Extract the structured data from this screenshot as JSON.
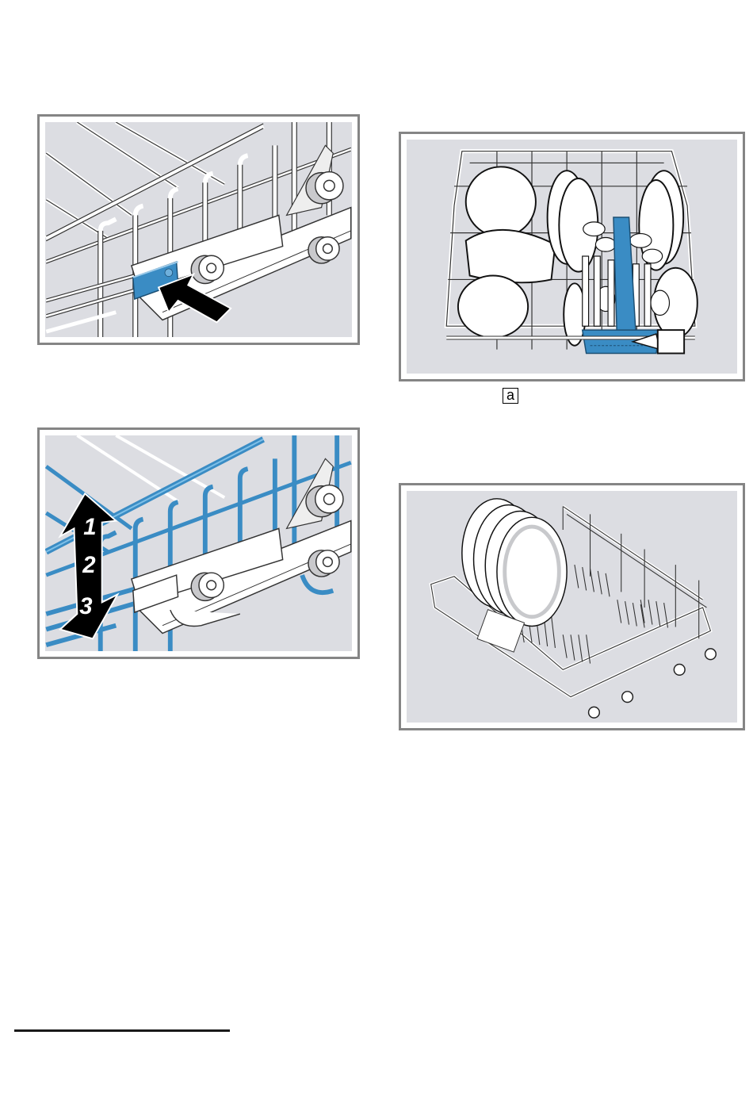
{
  "figures": {
    "rack_lever": {
      "caption": "",
      "colors": {
        "lever": "#3a8cc4",
        "arrow": "#000000",
        "wire": "#ffffff",
        "background": "#dcdde2"
      }
    },
    "rack_height": {
      "steps": [
        "1",
        "2",
        "3"
      ],
      "colors": {
        "wire_highlight": "#3a8cc4",
        "arrow": "#000000"
      }
    },
    "upper_rack_loaded": {
      "callout_box_text": "",
      "colors": {
        "cutlery_basket": "#3a8cc4"
      }
    },
    "lower_rack_plates": {}
  },
  "legend": {
    "callout_a": "a"
  }
}
